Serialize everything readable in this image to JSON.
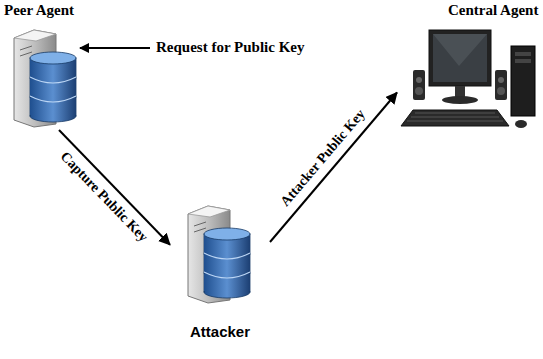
{
  "diagram": {
    "nodes": [
      {
        "text": [
          "Peer Agent"
        ]
      },
      {
        "text": [
          "Attacker"
        ]
      },
      {
        "text": [
          "Central Agent"
        ]
      }
    ],
    "edges": [
      {
        "from": 0,
        "to": 1,
        "label": "Capture Public Key",
        "arrow": "to"
      },
      {
        "from": 1,
        "to": 2,
        "label": "Attacker Public Key",
        "arrow": "to"
      }
    ],
    "labels": [
      "Request for Public Key"
    ]
  }
}
